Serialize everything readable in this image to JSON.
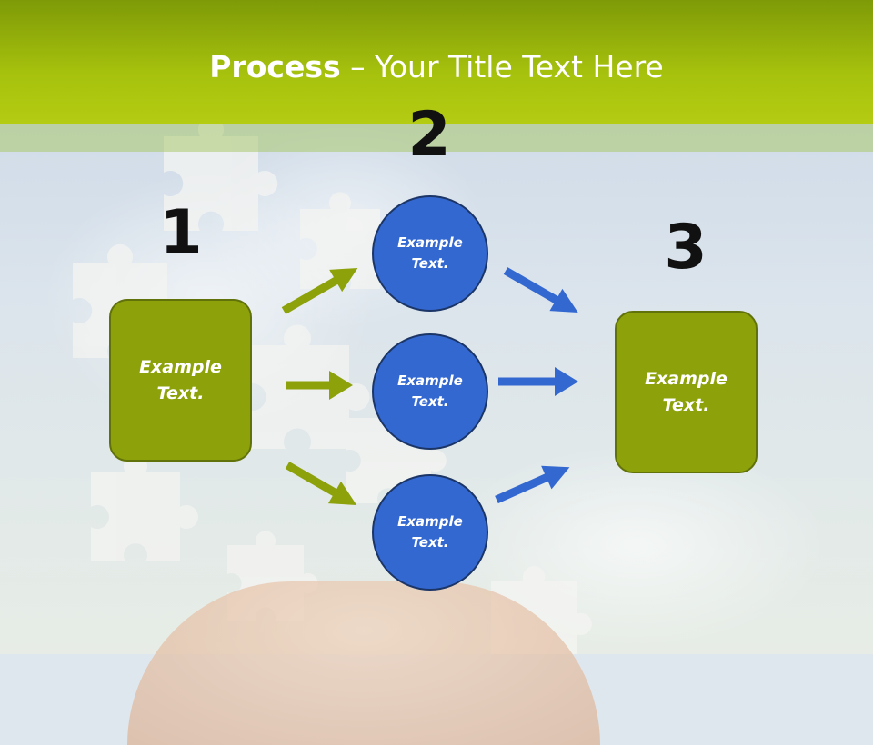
{
  "title": {
    "bold": "Process",
    "rest": " – Your Title Text Here"
  },
  "colors": {
    "header_green": "#a7c20d",
    "box_green": "#8da10b",
    "circle_blue": "#3468d1",
    "arrow_green": "#8da10b",
    "arrow_blue": "#3468d1"
  },
  "steps": {
    "step1": {
      "number": "1",
      "text_line1": "Example",
      "text_line2": "Text."
    },
    "step2": {
      "number": "2",
      "circles": [
        {
          "line1": "Example",
          "line2": "Text."
        },
        {
          "line1": "Example",
          "line2": "Text."
        },
        {
          "line1": "Example",
          "line2": "Text."
        }
      ]
    },
    "step3": {
      "number": "3",
      "text_line1": "Example",
      "text_line2": "Text."
    }
  }
}
